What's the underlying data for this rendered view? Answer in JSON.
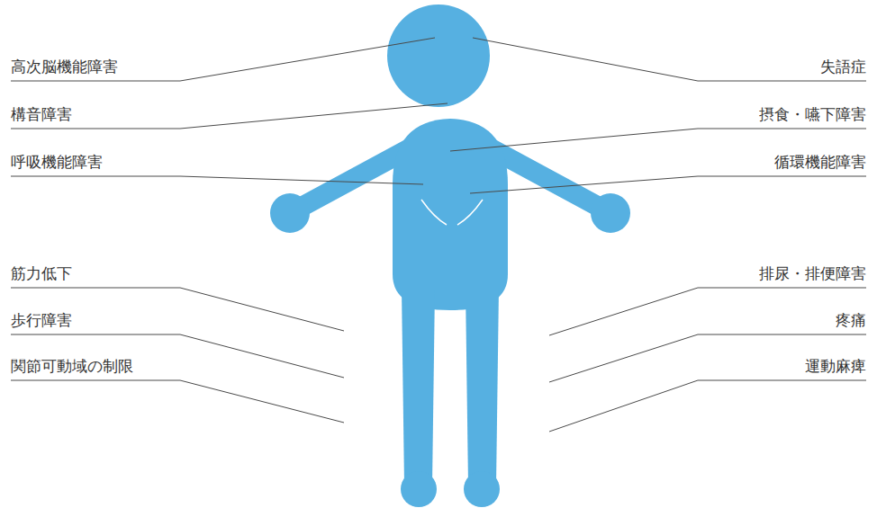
{
  "diagram": {
    "labels": [
      "高次脳機能障害",
      "失語症",
      "構音障害",
      "摂食・嚥下障害",
      "呼吸機能障害",
      "循環機能障害",
      "筋力低下",
      "排尿・排便障害",
      "歩行障害",
      "疼痛",
      "関節可動域の制限",
      "運動麻痺"
    ]
  }
}
